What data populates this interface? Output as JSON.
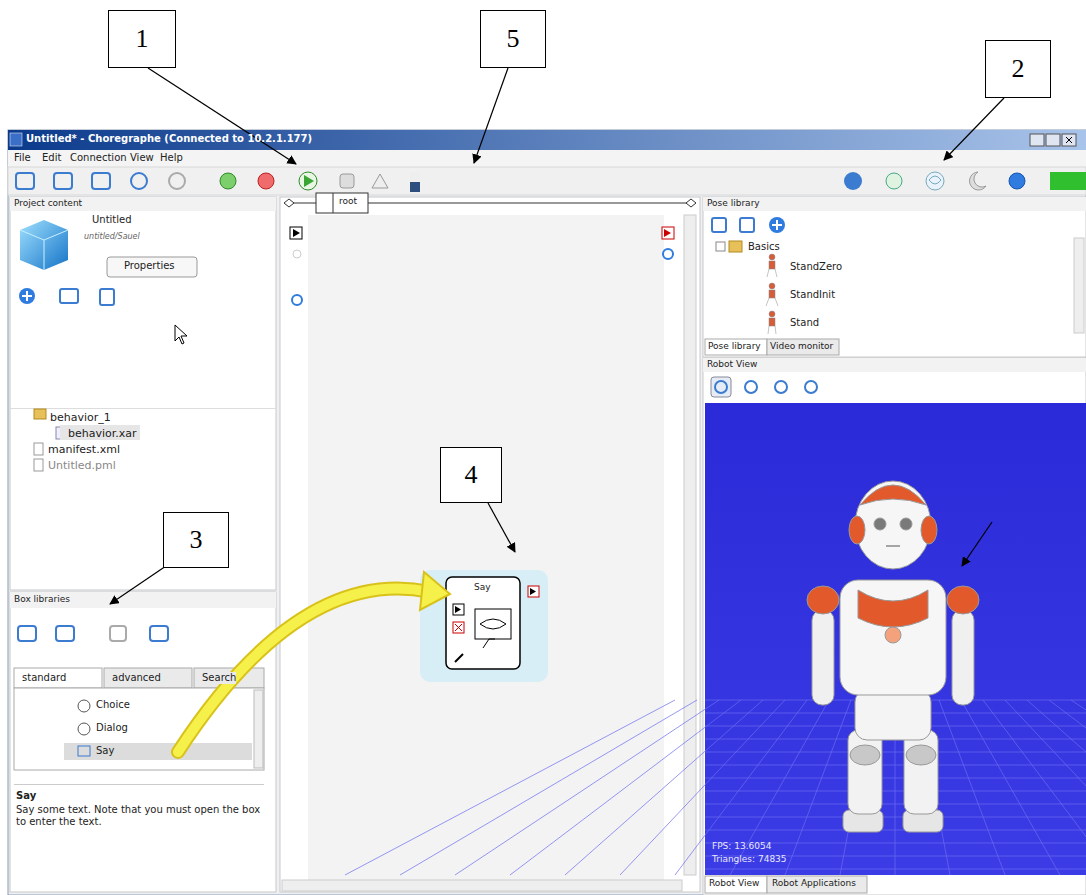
{
  "diagram": {
    "nodes": [
      {
        "text": [
          "1"
        ]
      },
      {
        "text": [
          "5"
        ]
      },
      {
        "text": [
          "2"
        ]
      },
      {
        "text": [
          "4"
        ]
      },
      {
        "text": [
          "3"
        ]
      }
    ],
    "labels": [
      "Untitled* - Choregraphe (Connected to 10.2.1.177)",
      "File",
      "Edit",
      "Connection",
      "View",
      "Help",
      "Project content",
      "Untitled",
      "untitled/Sauel",
      "Properties",
      "behavior_1",
      "behavior.xar",
      "manifest.xml",
      "Untitled.pml",
      "Box libraries",
      "standard",
      "advanced",
      "Search",
      "Choice",
      "Dialog",
      "Say",
      "Say",
      "Say some text. Note that you must open the box to enter the text.",
      "root",
      "Say",
      "Pose library",
      "Basics",
      "StandZero",
      "StandInit",
      "Stand",
      "Pose library",
      "Video monitor",
      "Robot View",
      "FPS: 13.6054",
      "Triangles: 74835",
      "Robot View",
      "Robot Applications"
    ]
  }
}
